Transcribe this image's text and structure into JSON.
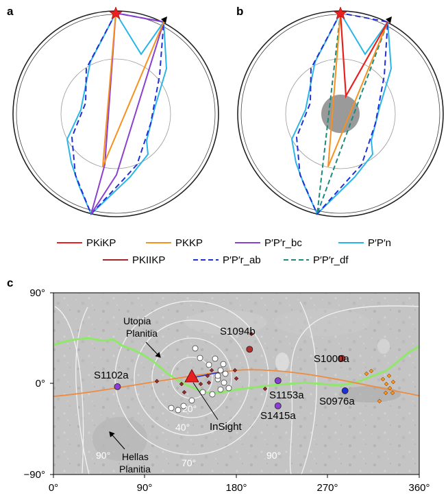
{
  "panels": {
    "a": "a",
    "b": "b",
    "c": "c"
  },
  "legend": [
    {
      "label": "PKiKP",
      "color": "#e8201f",
      "dash": "solid"
    },
    {
      "label": "PKKP",
      "color": "#f7901e",
      "dash": "solid"
    },
    {
      "label": "P′P′r_bc",
      "color": "#8a3fd0",
      "dash": "solid"
    },
    {
      "label": "P′P′n",
      "color": "#29b5e8",
      "dash": "solid"
    },
    {
      "label": "PKIIKP",
      "color": "#a0262a",
      "dash": "solid"
    },
    {
      "label": "P′P′r_ab",
      "color": "#1f2fd6",
      "dash": "dashed"
    },
    {
      "label": "P′P′r_df",
      "color": "#1b8a7a",
      "dash": "dashed"
    }
  ],
  "map": {
    "y_ticks": [
      "90°",
      "0°",
      "−90°"
    ],
    "x_ticks": [
      "0°",
      "90°",
      "180°",
      "270°",
      "360°"
    ],
    "distance_labels": [
      "20°",
      "40°",
      "70°",
      "90°",
      "90°"
    ],
    "events": [
      {
        "label": "S1094b",
        "lon": 193,
        "lat": 34,
        "color": "#b0302c"
      },
      {
        "label": "S1000a",
        "lon": 284,
        "lat": 25,
        "color": "#b0302c"
      },
      {
        "label": "S1102a",
        "lon": 63,
        "lat": -3,
        "color": "#8a3fd0"
      },
      {
        "label": "S1153a",
        "lon": 221,
        "lat": 3,
        "color": "#8a3fd0"
      },
      {
        "label": "S1415a",
        "lon": 221,
        "lat": -22,
        "color": "#8a3fd0"
      },
      {
        "label": "S0976a",
        "lon": 287,
        "lat": -7,
        "color": "#1f2fd6"
      }
    ],
    "station": {
      "label": "InSight",
      "lon": 136,
      "lat": 4.5
    },
    "regions": [
      {
        "line1": "Utopia",
        "line2": "Planitia"
      },
      {
        "line1": "Hellas",
        "line2": "Planitia"
      }
    ],
    "colors": {
      "background": "#c4c4c4",
      "green_line": "#8fe86a",
      "orange_line": "#f08a3c",
      "contours": "#f2f2f2"
    }
  }
}
